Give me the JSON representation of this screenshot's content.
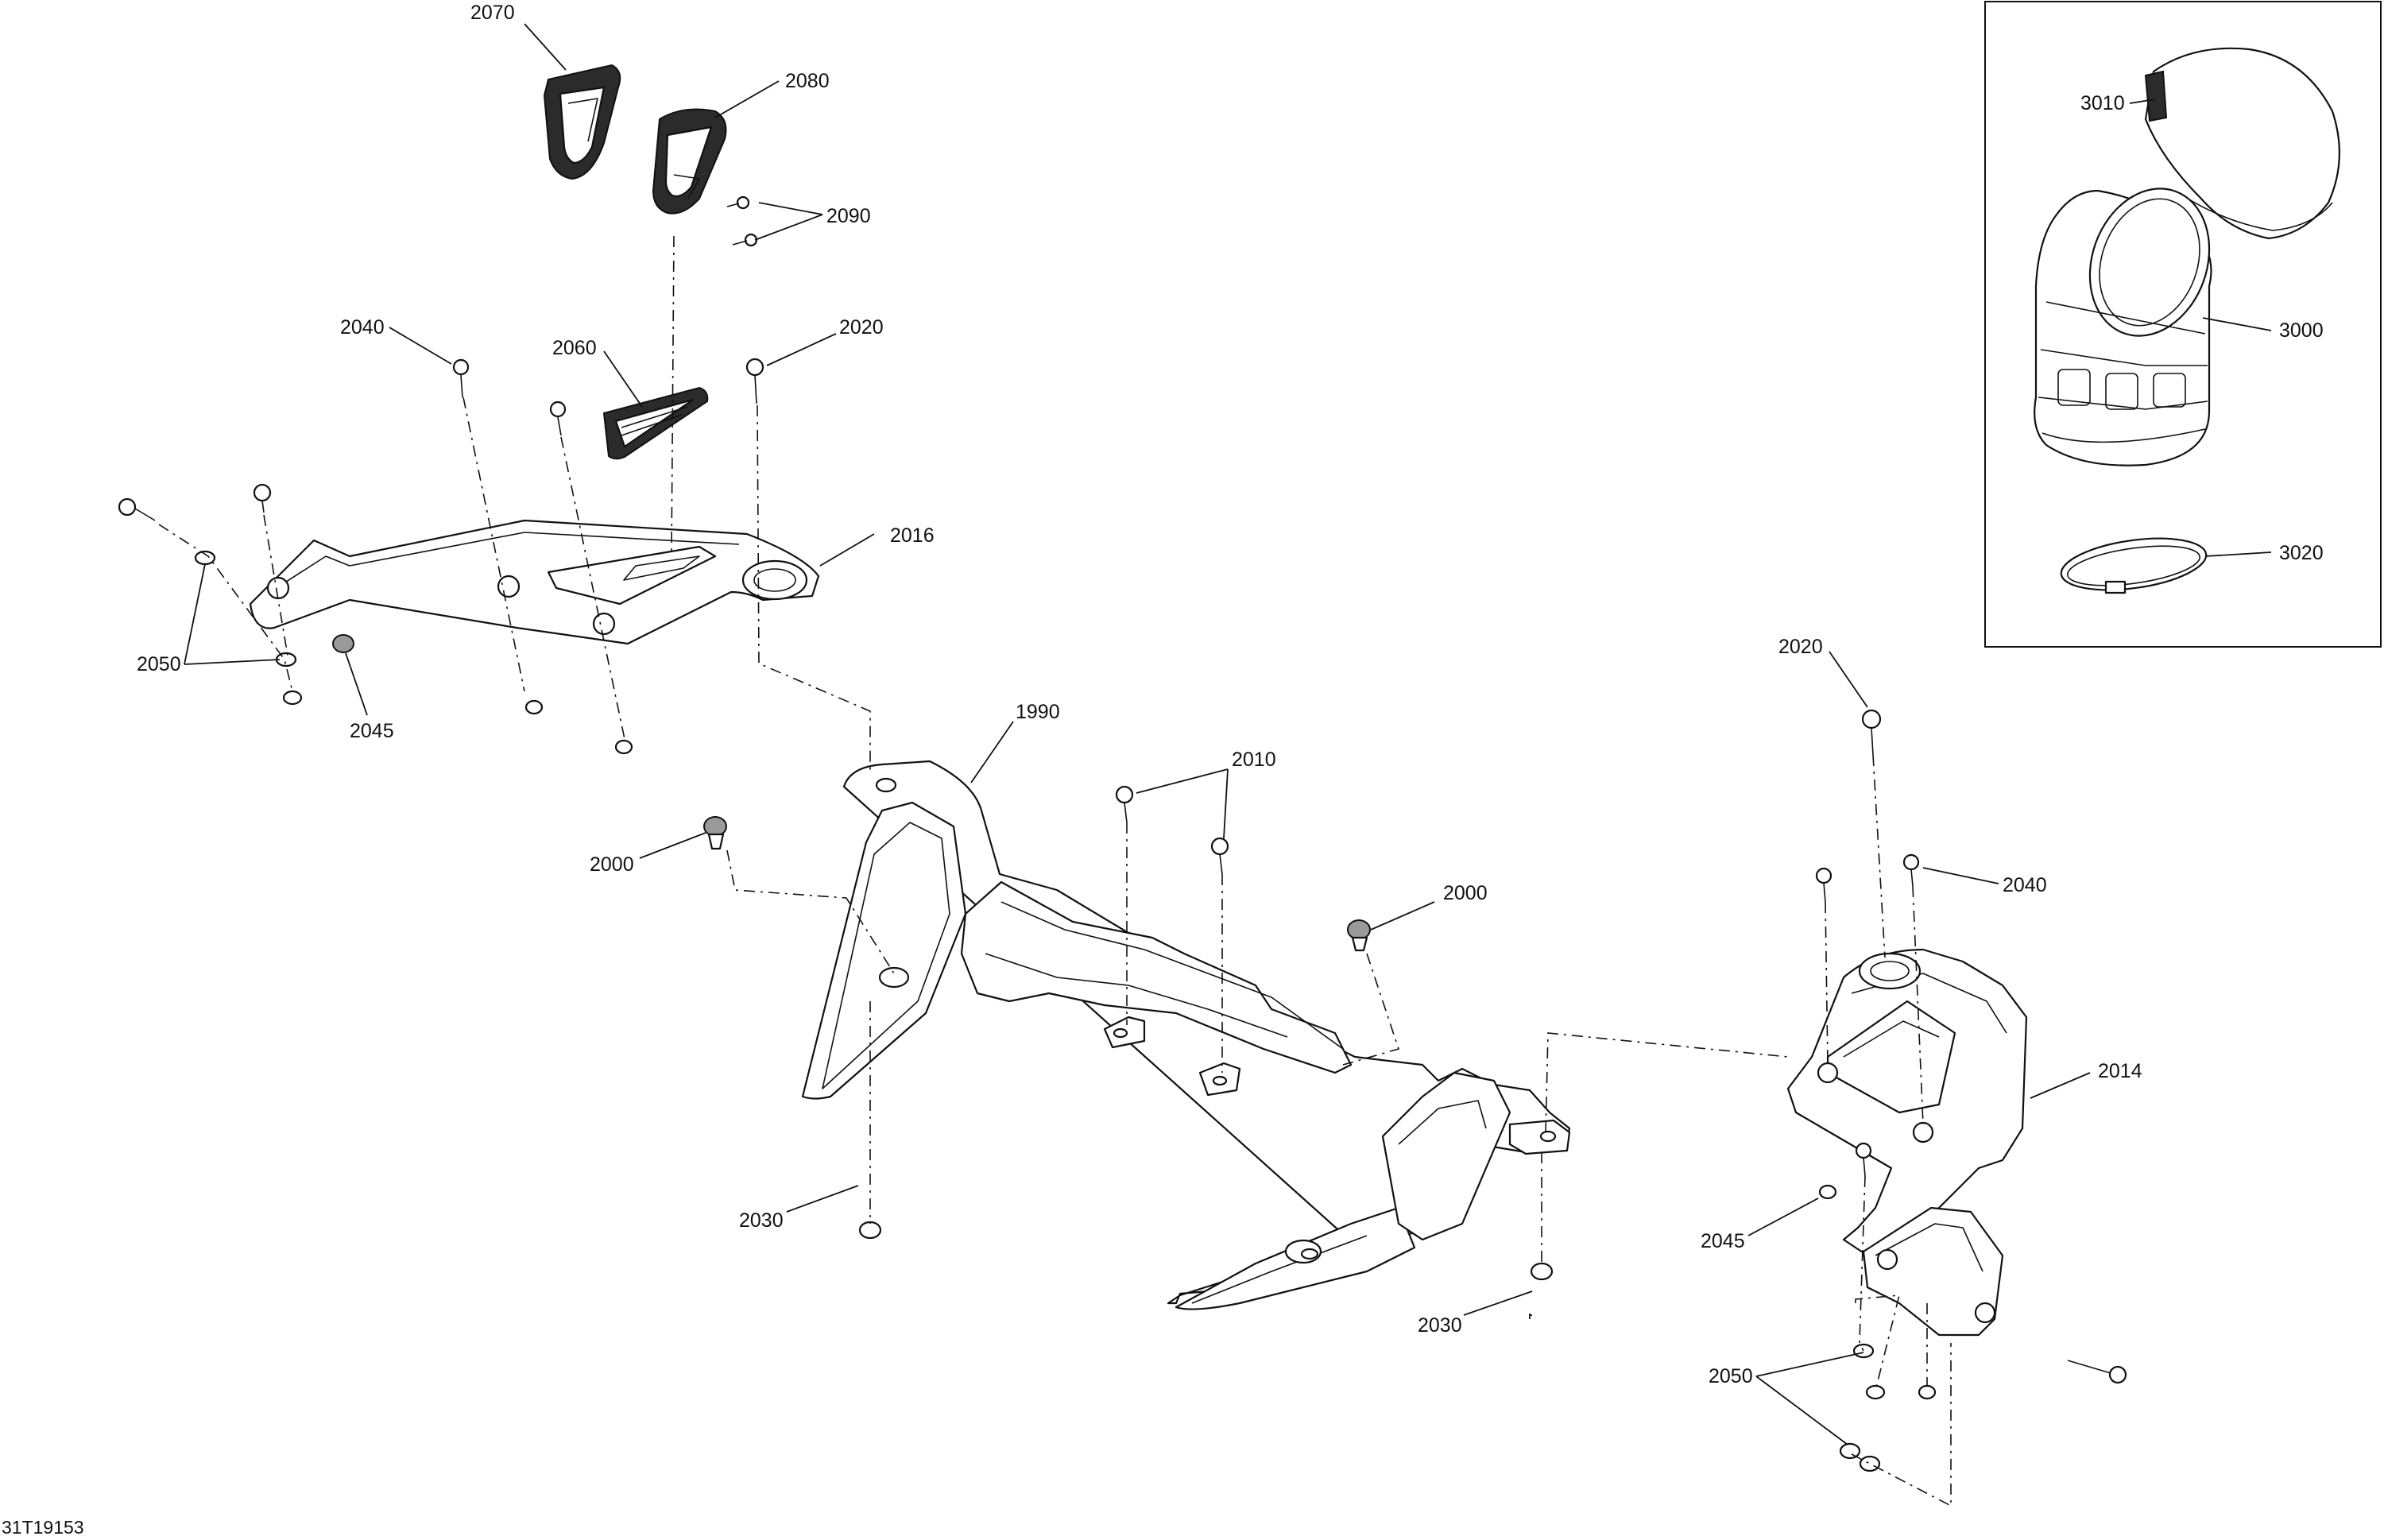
{
  "figure_id": "31T19153",
  "callouts": {
    "c1990": "1990",
    "c2000a": "2000",
    "c2000b": "2000",
    "c2010": "2010",
    "c2014": "2014",
    "c2016": "2016",
    "c2020a": "2020",
    "c2020b": "2020",
    "c2030a": "2030",
    "c2030b": "2030",
    "c2040a": "2040",
    "c2040b": "2040",
    "c2045a": "2045",
    "c2045b": "2045",
    "c2050a": "2050",
    "c2050b": "2050",
    "c2060": "2060",
    "c2070": "2070",
    "c2080": "2080",
    "c2090": "2090",
    "c3000": "3000",
    "c3010": "3010",
    "c3020": "3020"
  }
}
